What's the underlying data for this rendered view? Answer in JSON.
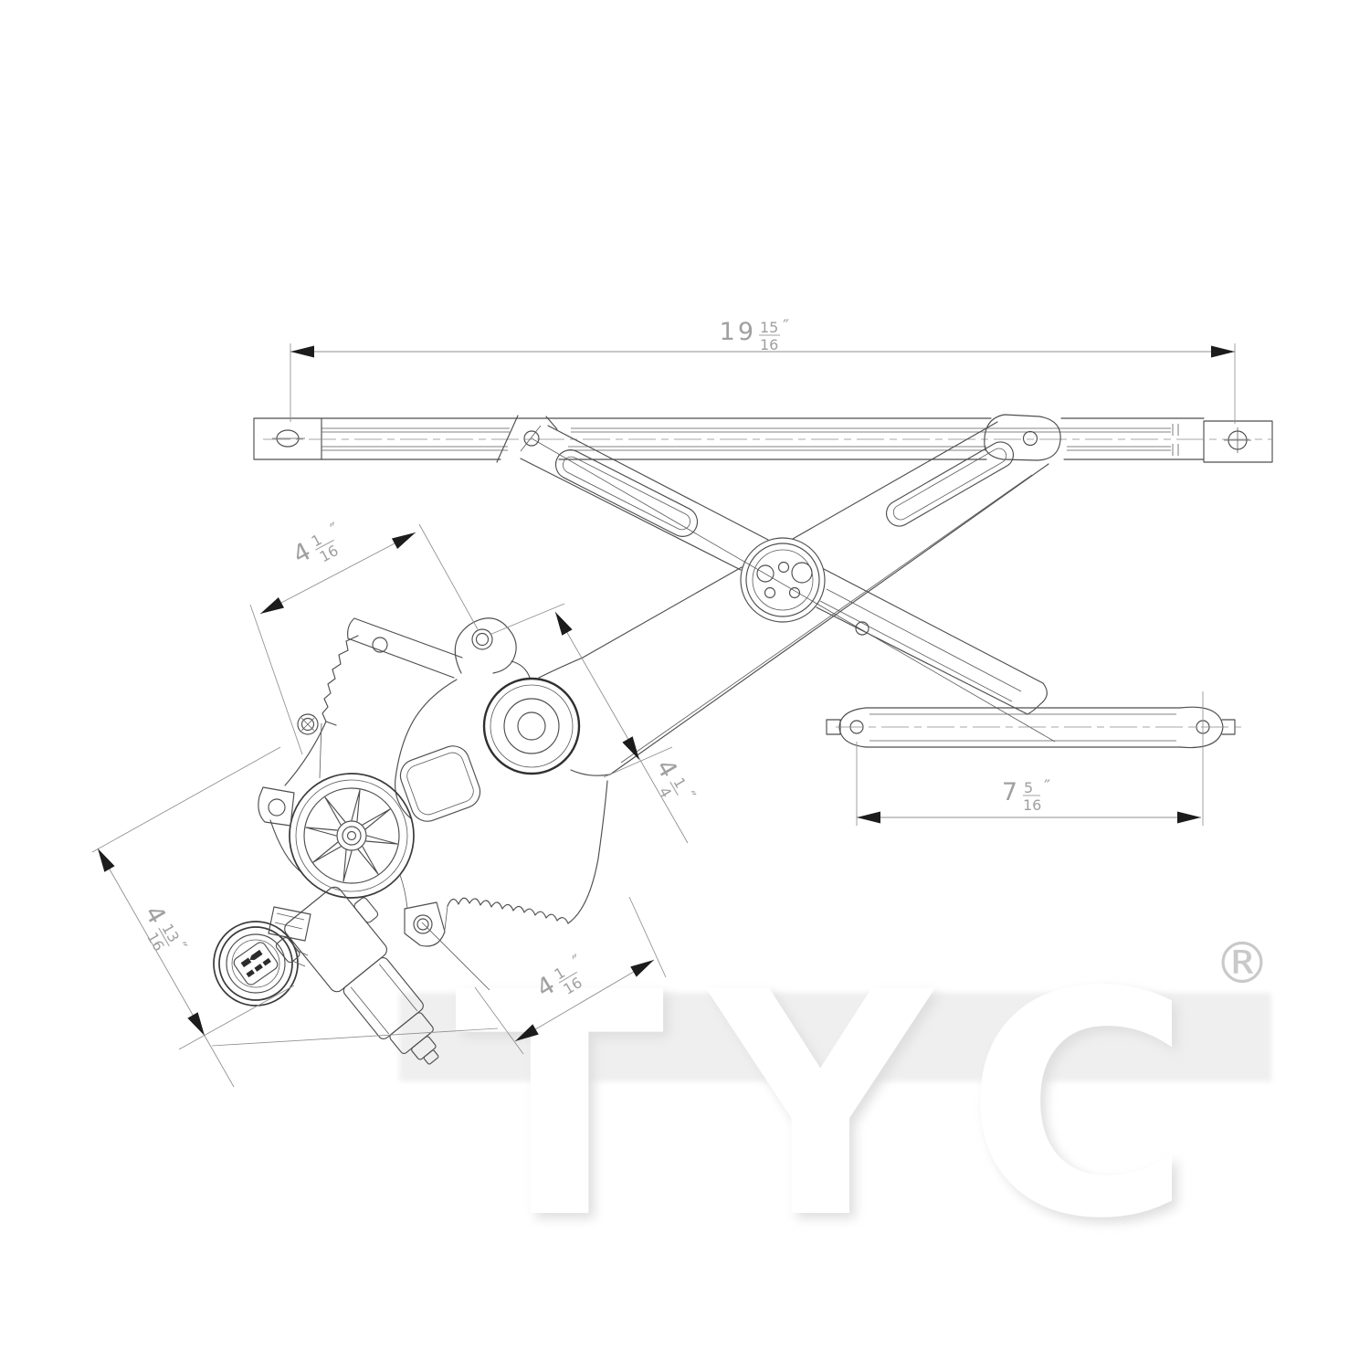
{
  "meta": {
    "description": "Technical CAD line drawing of a power window regulator and motor assembly with dimension callouts",
    "canvas": "1500x1500"
  },
  "dimensions": {
    "overall_width": {
      "whole": "19",
      "numerator": "15",
      "denominator": "16",
      "unit": "″"
    },
    "upper_left_arm": {
      "whole": "4",
      "numerator": "1",
      "denominator": "16",
      "unit": "″"
    },
    "center_offset": {
      "whole": "4",
      "numerator": "1",
      "denominator": "4",
      "unit": "″"
    },
    "lower_left": {
      "whole": "4",
      "numerator": "13",
      "denominator": "16",
      "unit": "″"
    },
    "lower_center": {
      "whole": "4",
      "numerator": "1",
      "denominator": "16",
      "unit": "″"
    },
    "lower_bar": {
      "whole": "7",
      "numerator": "5",
      "denominator": "16",
      "unit": "″"
    }
  },
  "watermark": {
    "text": "TYC",
    "registered_mark": "®"
  },
  "colors": {
    "line": "#4e4e4e",
    "dimension_line": "#8f8f8f",
    "dimension_text": "#a0a0a0",
    "arrow": "#1c1c1c",
    "watermark_band": "#efefef",
    "watermark_letters": "#ffffff",
    "registered_mark": "#c9c9c9"
  }
}
